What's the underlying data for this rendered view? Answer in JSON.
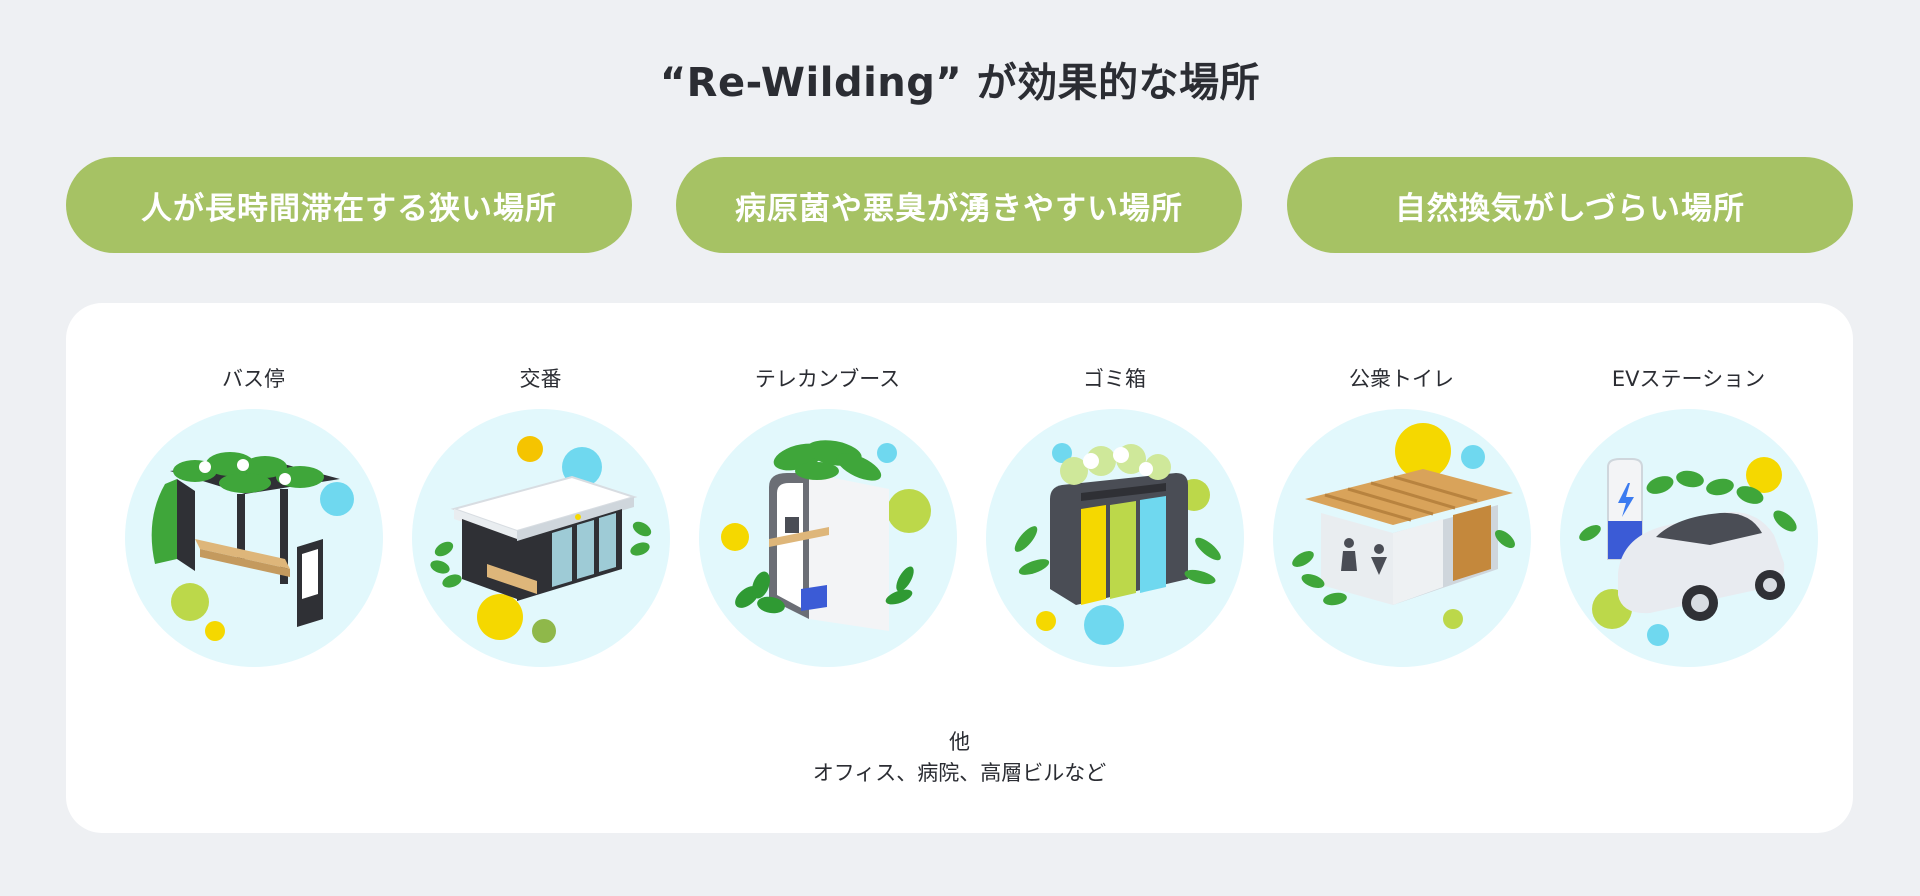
{
  "title": "“Re-Wilding” が効果的な場所",
  "pills": [
    "人が長時間滞在する狭い場所",
    "病原菌や悪臭が湧きやすい場所",
    "自然換気がしづらい場所"
  ],
  "places": [
    {
      "label": "バス停",
      "icon": "bus-stop-icon"
    },
    {
      "label": "交番",
      "icon": "police-box-icon"
    },
    {
      "label": "テレカンブース",
      "icon": "telecon-booth-icon"
    },
    {
      "label": "ゴミ箱",
      "icon": "trash-bin-icon"
    },
    {
      "label": "公衆トイレ",
      "icon": "public-toilet-icon"
    },
    {
      "label": "EVステーション",
      "icon": "ev-station-icon"
    }
  ],
  "footer": {
    "line1": "他",
    "line2": "オフィス、病院、高層ビルなど"
  },
  "colors": {
    "background": "#eef0f3",
    "pill": "#a6c264",
    "circle": "#e2f8fc",
    "leaf": "#3fa63a",
    "yellow": "#f5d800",
    "lime": "#bcd84a",
    "sky": "#6fd8ef"
  }
}
